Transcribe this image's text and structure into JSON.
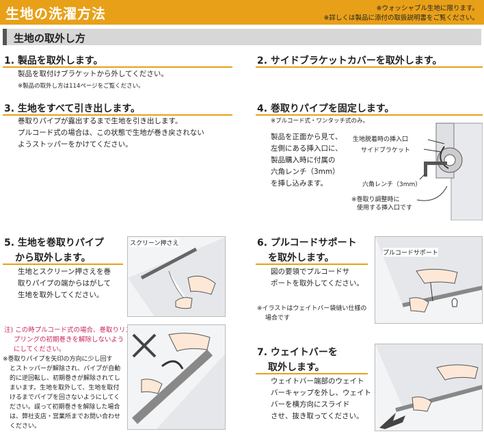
{
  "header": {
    "title": "生地の洗濯方法",
    "note_line1": "※ウォッシャブル生地に限ります。",
    "note_line2": "※詳しくは製品に添付の取扱説明書をご覧ください。"
  },
  "section": {
    "title": "生地の取外し方"
  },
  "steps": [
    {
      "title": "1. 製品を取外します。",
      "lines": [
        "製品を取付けブラケットから外してください。"
      ],
      "note": "※製品の取外し方は114ページをご覧ください。"
    },
    {
      "title": "2. サイドブラケットカバーを取外します。"
    },
    {
      "title": "3. 生地をすべて引き出します。",
      "lines": [
        "巻取りパイプが露出するまで生地を引き出します。",
        "プルコード式の場合は、この状態で生地が巻き戻されない",
        "ようストッパーをかけてください。"
      ]
    },
    {
      "title": "4. 巻取りパイプを固定します。",
      "note": "※プルコード式・ワンタッチ式のみ。",
      "lines": [
        "製品を正面から見て、",
        "左側にある挿入口に、",
        "製品購入時に付属の",
        "六角レンチ（3mm）",
        "を挿し込みます。"
      ],
      "labels": {
        "insert_removal": "生地脱着時の挿入口",
        "side_bracket": "サイドブラケット",
        "hex_wrench": "六角レンチ（3mm）",
        "insert_adjust_1": "※巻取り調整時に",
        "insert_adjust_2": "使用する挿入口です"
      }
    },
    {
      "title_line1": "5. 生地を巻取りパイプ",
      "title_line2": "から取外します。",
      "lines": [
        "生地とスクリーン押さえを巻",
        "取りパイプの端からはがして",
        "生地を取外してください。"
      ],
      "label": "スクリーン押さえ",
      "warning_lines": [
        "注) この時プルコード式の場合、巻取りリス",
        "プリングの初期巻きを解除しないよう",
        "にしてください。"
      ],
      "note_lines": [
        "※巻取りパイプを矢印の方向に少し回す",
        "とストッパーが解除され、パイプが自動",
        "的に逆回転し、初期巻きが解除されてし",
        "まいます。生地を取外して、生地を取付",
        "けるまでパイプを回さないようにしてく",
        "ださい。誤って初期巻きを解除した場合",
        "は、弊社支店・営業所までお問い合わせ",
        "ください。"
      ]
    },
    {
      "title_line1": "6. プルコードサポート",
      "title_line2": "を取外します。",
      "lines": [
        "図の要領でプルコードサ",
        "ポートを取外してください。"
      ],
      "note_lines": [
        "※イラストはウェイトバー袋縫い仕様の",
        "場合です"
      ],
      "label": "プルコードサポート"
    },
    {
      "title_line1": "7. ウェイトバーを",
      "title_line2": "取外します。",
      "lines": [
        "ウェイトバー端部のウェイト",
        "バーキャップを外し、ウェイト",
        "バーを横方向にスライド",
        "させ、抜き取ってください。"
      ]
    }
  ]
}
